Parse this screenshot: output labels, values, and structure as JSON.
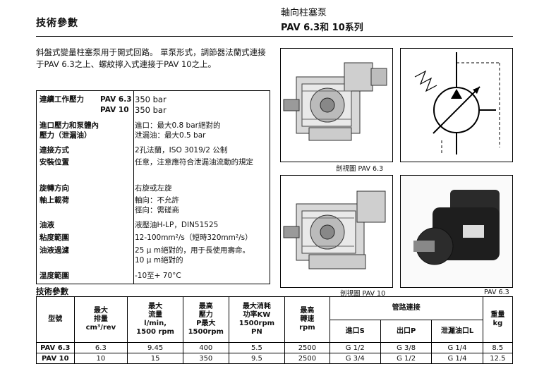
{
  "header": {
    "section_title": "技術參數",
    "product_name": "軸向柱塞泵",
    "series": "PAV 6.3和 10系列"
  },
  "intro": "斜盤式變量柱塞泵用于開式回路。 單泵形式，調節器法蘭式連接于PAV 6.3之上、螺紋擰入式連接于PAV 10之上。",
  "specs": {
    "pressure_label_a": "連續工作壓力",
    "pressure_model_a": "PAV 6.3",
    "pressure_value_a": "350 bar",
    "pressure_model_b": "PAV 10",
    "pressure_value_b": "350 bar",
    "inlet_label_1": "進口壓力和泵體內",
    "inlet_label_2": "壓力（泄漏油）",
    "inlet_value_1": "進口：最大0.8 bar絕對的",
    "inlet_value_2": "泄漏油：最大0.5 bar",
    "connection_label": "連接方式",
    "connection_value": "2孔法蘭，ISO 3019/2 公制",
    "mounting_label": "安裝位置",
    "mounting_value": "任意，注意應符合泄漏油流動的規定",
    "rotation_label": "旋轉方向",
    "rotation_value": "右旋或左旋",
    "shaft_label": "軸上載荷",
    "shaft_value_1": "軸向：不允許",
    "shaft_value_2": "徑向：需磋商",
    "fluid_label": "油液",
    "fluid_value": "液壓油H-LP，DIN51525",
    "viscosity_label": "粘度範圍",
    "viscosity_value": "12-100mm²/s（短時320mm²/s）",
    "filter_label": "油液過濾",
    "filter_value_1": "25 μ m絕對的，用于長使用壽命。",
    "filter_value_2": "10 μ m絕對的",
    "temp_label": "溫度範圍",
    "temp_value": "-10至+ 70°C"
  },
  "figures": {
    "caption_1": "剖視圖 PAV 6.3",
    "caption_2": "剖視圖 PAV 10",
    "caption_3": "PAV 6.3"
  },
  "table": {
    "title": "技術參數",
    "col_model": "型號",
    "col_disp_1": "最大",
    "col_disp_2": "排量",
    "col_disp_3": "cm³/rev",
    "col_flow_1": "最大",
    "col_flow_2": "流量",
    "col_flow_3": "l/min,",
    "col_flow_4": "1500 rpm",
    "col_press_1": "最高",
    "col_press_2": "壓力",
    "col_press_3": "P最大",
    "col_press_4": "1500rpm",
    "col_power_1": "最大消耗",
    "col_power_2": "功率KW",
    "col_power_3": "1500rpm",
    "col_power_4": "PN",
    "col_speed_1": "最高",
    "col_speed_2": "轉速",
    "col_speed_3": "rpm",
    "col_ports": "管路連接",
    "col_port_s": "進口S",
    "col_port_p": "出口P",
    "col_port_l": "泄漏油口L",
    "col_weight_1": "重量",
    "col_weight_2": "kg",
    "rows": [
      {
        "model": "PAV 6.3",
        "disp": "6.3",
        "flow": "9.45",
        "press": "400",
        "power": "5.5",
        "speed": "2500",
        "s": "G 1/2",
        "p": "G 3/8",
        "l": "G 1/4",
        "weight": "8.5"
      },
      {
        "model": "PAV 10",
        "disp": "10",
        "flow": "15",
        "press": "350",
        "power": "9.5",
        "speed": "2500",
        "s": "G 3/4",
        "p": "G 1/2",
        "l": "G 1/4",
        "weight": "12.5"
      }
    ]
  }
}
